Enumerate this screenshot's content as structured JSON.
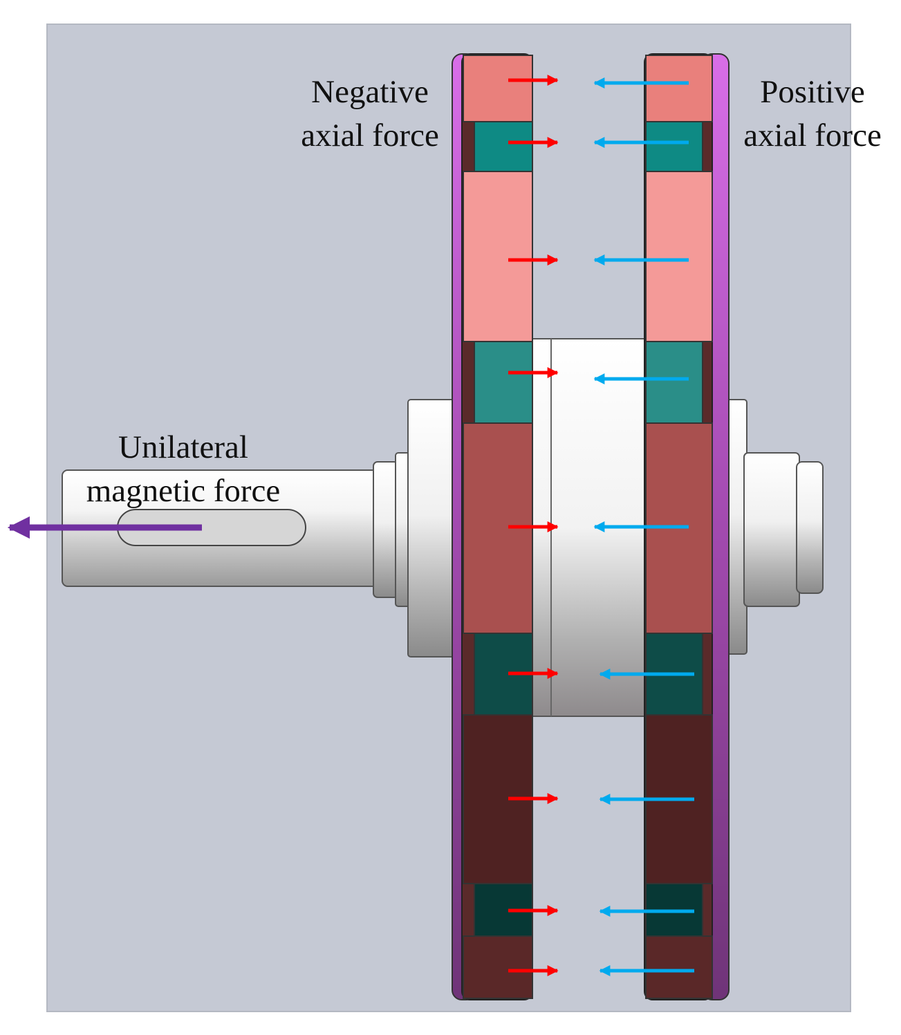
{
  "labels": {
    "negative_line1": "Negative",
    "negative_line2": "axial force",
    "positive_line1": "Positive",
    "positive_line2": "axial force",
    "unilateral_line1": "Unilateral",
    "unilateral_line2": "magnetic force"
  },
  "colors": {
    "background_panel": "#c5c9d4",
    "negative_force_arrow": "#ff0000",
    "positive_force_arrow": "#00aaee",
    "unilateral_force_arrow": "#7030a0",
    "disc_rim": "#b44fc4",
    "magnet_red": "#e9807c",
    "magnet_teal": "#0e8a84"
  },
  "icons": {
    "negative_force_arrow": "arrow-right",
    "positive_force_arrow": "arrow-left",
    "unilateral_force_arrow": "arrow-left"
  }
}
